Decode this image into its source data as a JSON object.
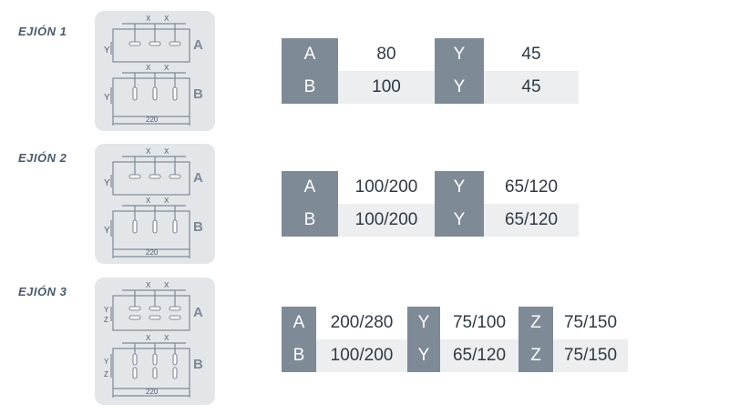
{
  "sections": [
    {
      "label": "EJIÓN 1",
      "diagram": {
        "a": "A",
        "b": "B",
        "x": "X",
        "y": "Y",
        "width": "220"
      },
      "rows": [
        [
          {
            "k": "A",
            "v": "80"
          },
          {
            "k": "Y",
            "v": "45"
          }
        ],
        [
          {
            "k": "B",
            "v": "100"
          },
          {
            "k": "Y",
            "v": "45"
          }
        ]
      ]
    },
    {
      "label": "EJIÓN 2",
      "diagram": {
        "a": "A",
        "b": "B",
        "x": "X",
        "y": "Y",
        "width": "220"
      },
      "rows": [
        [
          {
            "k": "A",
            "v": "100/200"
          },
          {
            "k": "Y",
            "v": "65/120"
          }
        ],
        [
          {
            "k": "B",
            "v": "100/200"
          },
          {
            "k": "Y",
            "v": "65/120"
          }
        ]
      ]
    },
    {
      "label": "EJIÓN 3",
      "diagram": {
        "a": "A",
        "b": "B",
        "x": "X",
        "y": "Y",
        "z": "Z",
        "width": "220"
      },
      "rows": [
        [
          {
            "k": "A",
            "v": "200/280"
          },
          {
            "k": "Y",
            "v": "75/100"
          },
          {
            "k": "Z",
            "v": "75/150"
          }
        ],
        [
          {
            "k": "B",
            "v": "100/200"
          },
          {
            "k": "Y",
            "v": "65/120"
          },
          {
            "k": "Z",
            "v": "75/150"
          }
        ]
      ]
    }
  ]
}
